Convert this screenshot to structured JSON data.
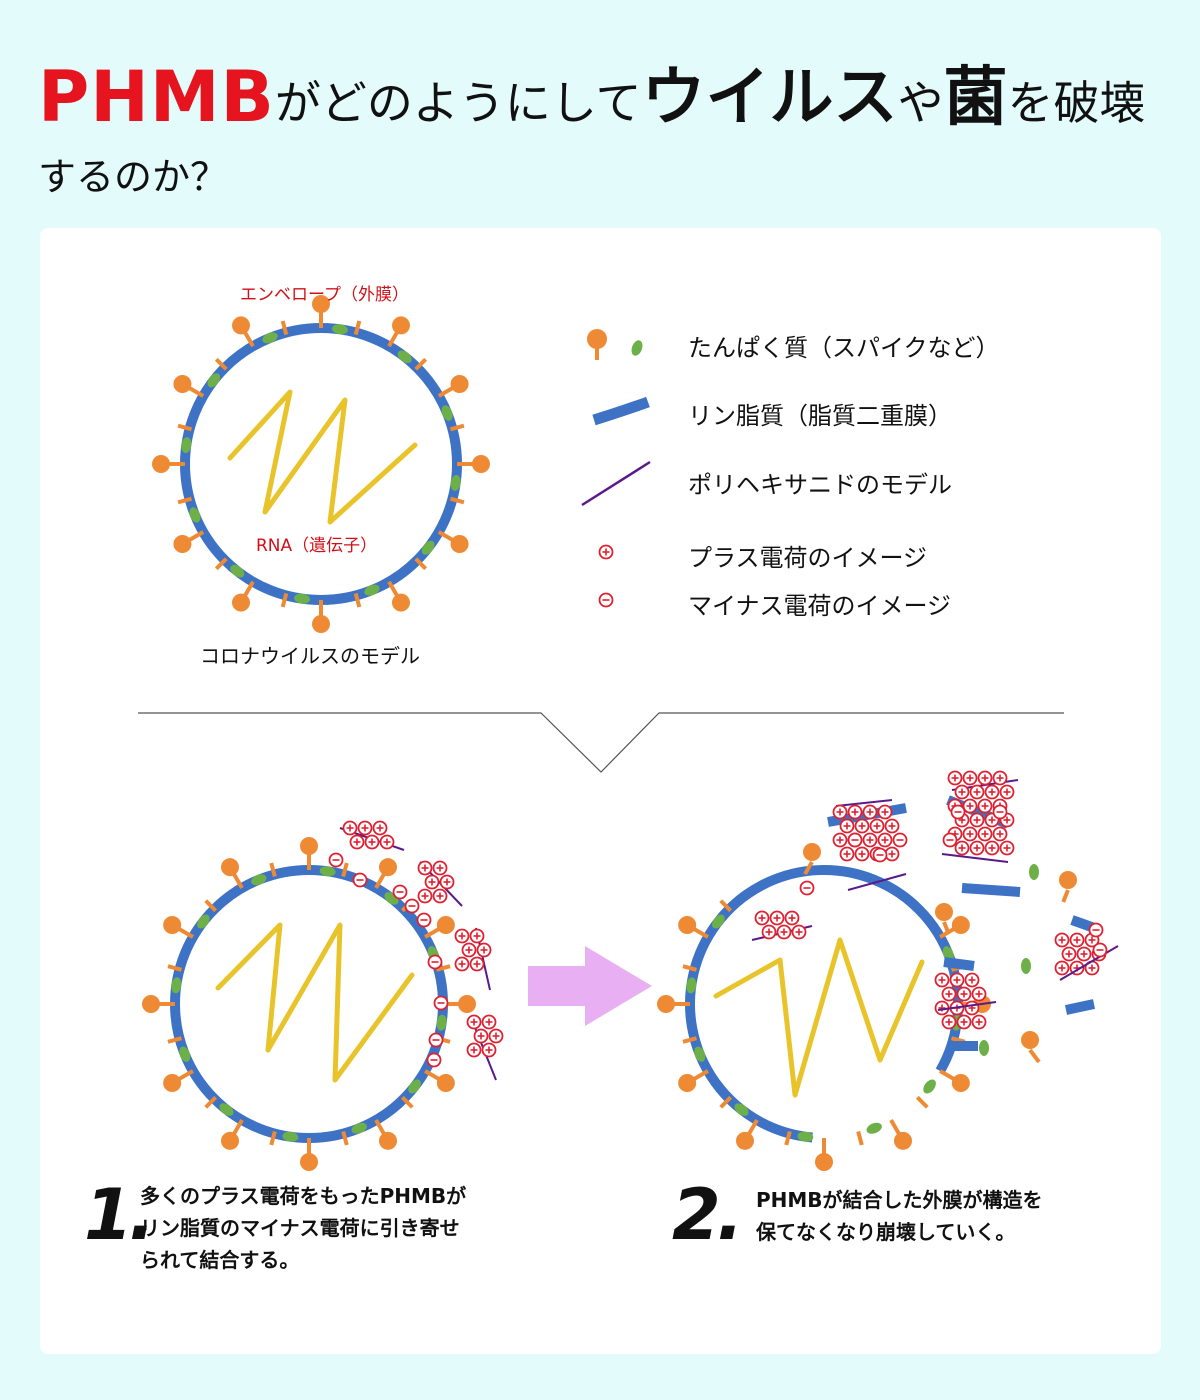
{
  "title": {
    "word_phmb": "PHMB",
    "part1": "がどのようにして",
    "word_virus": "ウイルス",
    "part2": "や",
    "word_bacteria": "菌",
    "part3": "を破壊",
    "line2": "するのか？"
  },
  "model": {
    "envelope_label": "エンベロープ（外膜）",
    "rna_label": "RNA（遺伝子）",
    "caption": "コロナウイルスのモデル"
  },
  "legend": {
    "items": [
      {
        "icon": "protein-spike-icon",
        "label": "たんぱく質（スパイクなど）"
      },
      {
        "icon": "phospholipid-icon",
        "label": "リン脂質（脂質二重膜）"
      },
      {
        "icon": "polyhexanide-icon",
        "label": "ポリヘキサニドのモデル"
      },
      {
        "icon": "plus-charge-icon",
        "label": "プラス電荷のイメージ"
      },
      {
        "icon": "minus-charge-icon",
        "label": "マイナス電荷のイメージ"
      }
    ]
  },
  "steps": [
    {
      "number": "1.",
      "text": "多くのプラス電荷をもったPHMBが\nリン脂質のマイナス電荷に引き寄せ\nられて結合する。"
    },
    {
      "number": "2.",
      "text": "PHMBが結合した外膜が構造を\n保てなくなり崩壊していく。"
    }
  ],
  "colors": {
    "title_red": "#e6141e",
    "background": "#e4fbfc",
    "membrane_blue": "#3e72c4",
    "spike_orange": "#ef8a34",
    "protein_green": "#6db04a",
    "rna_yellow": "#e8c42a",
    "phmb_purple": "#5a1a8a",
    "charge_red": "#e02030",
    "arrow_pink": "#e8b0f2"
  }
}
